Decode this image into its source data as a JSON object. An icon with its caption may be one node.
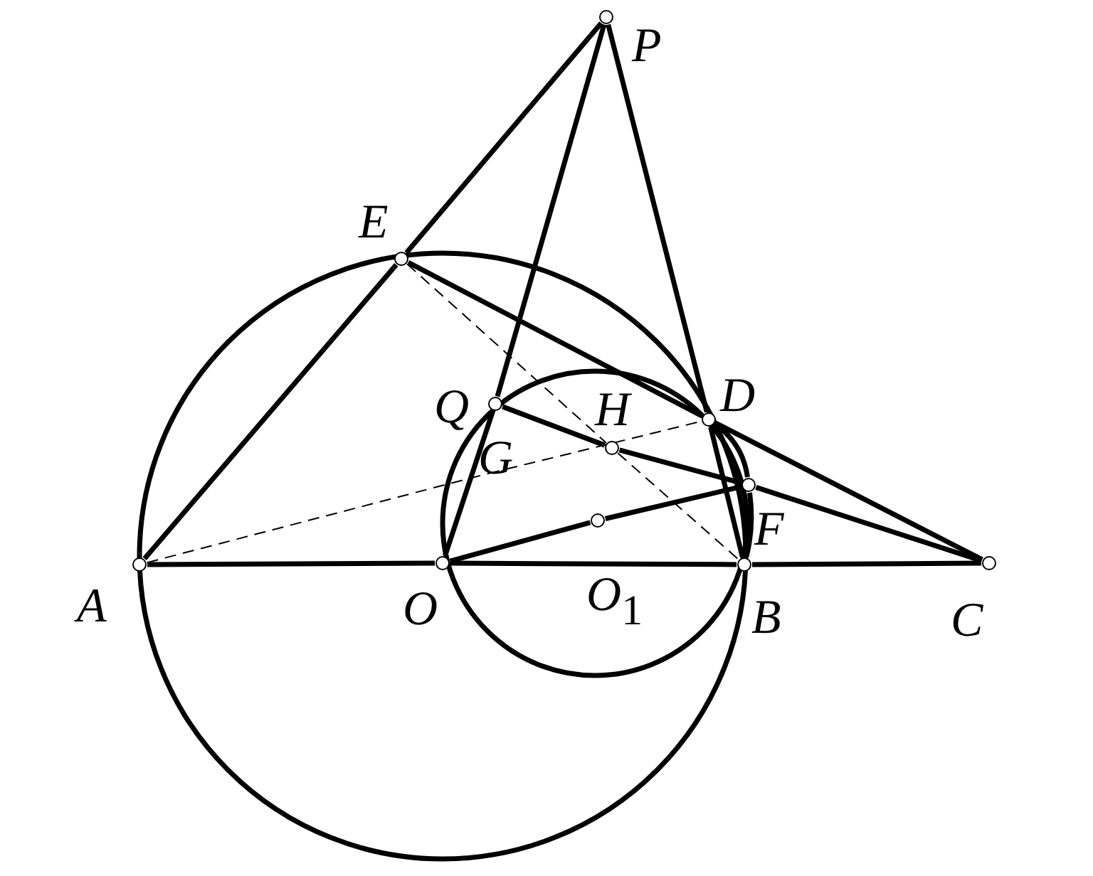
{
  "diagram": {
    "nodes": [
      {
        "text": [
          "P"
        ]
      },
      {
        "text": [
          "E"
        ]
      },
      {
        "text": [
          "D"
        ]
      },
      {
        "text": [
          "Q"
        ]
      },
      {
        "text": [
          "G"
        ]
      },
      {
        "text": [
          "H"
        ]
      },
      {
        "text": [
          "A"
        ]
      },
      {
        "text": [
          "O"
        ]
      },
      {
        "text": [
          "O$_{1}$"
        ]
      },
      {
        "text": [
          "F"
        ]
      },
      {
        "text": [
          "B"
        ]
      },
      {
        "text": [
          "C"
        ]
      }
    ],
    "edges": [
      {
        "from": 6,
        "to": 1,
        "arrow": "none"
      },
      {
        "from": 1,
        "to": 0,
        "arrow": "none"
      },
      {
        "from": 0,
        "to": 3,
        "arrow": "none"
      },
      {
        "from": 3,
        "to": 7,
        "arrow": "none"
      },
      {
        "from": 0,
        "to": 2,
        "arrow": "none"
      },
      {
        "from": 2,
        "to": 10,
        "arrow": "none"
      },
      {
        "from": 1,
        "to": 2,
        "arrow": "none"
      },
      {
        "from": 2,
        "to": 11,
        "arrow": "none"
      },
      {
        "from": 3,
        "to": 5,
        "arrow": "none"
      },
      {
        "from": 5,
        "to": 9,
        "arrow": "none"
      },
      {
        "from": 9,
        "to": 11,
        "arrow": "none"
      },
      {
        "from": 7,
        "to": 8,
        "arrow": "none"
      },
      {
        "from": 8,
        "to": 9,
        "arrow": "none"
      },
      {
        "from": 6,
        "to": 7,
        "arrow": "none"
      },
      {
        "from": 7,
        "to": 10,
        "arrow": "none"
      },
      {
        "from": 10,
        "to": 11,
        "arrow": "none"
      },
      {
        "from": 1,
        "to": 5,
        "arrow": "none",
        "style": "dashed"
      },
      {
        "from": 5,
        "to": 10,
        "arrow": "none",
        "style": "dashed"
      },
      {
        "from": 6,
        "to": 4,
        "arrow": "none",
        "style": "dashed"
      },
      {
        "from": 4,
        "to": 2,
        "arrow": "none",
        "style": "dashed"
      },
      {
        "from": 2,
        "to": 9,
        "arrow": "none"
      },
      {
        "from": 9,
        "to": 10,
        "arrow": "none"
      }
    ]
  }
}
